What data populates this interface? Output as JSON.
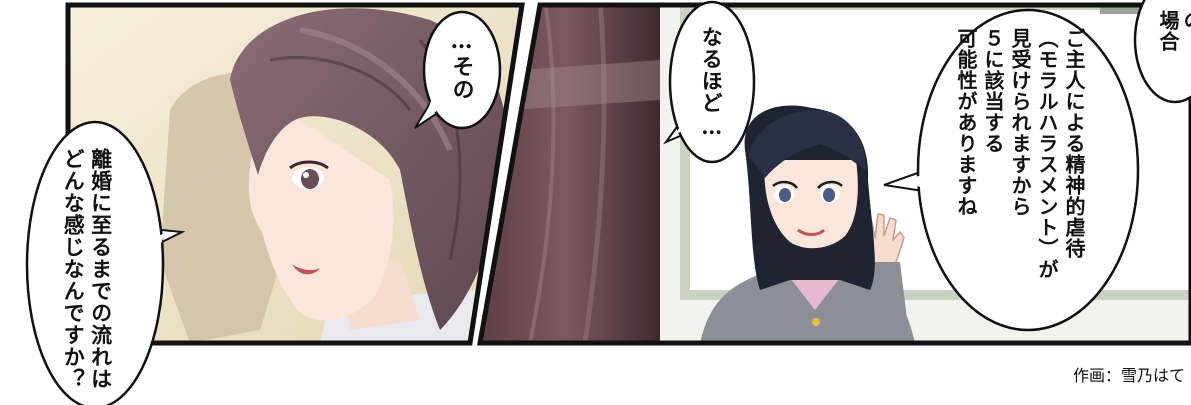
{
  "panels": {
    "left": {
      "speech_interviewer": "離婚に至るまでの流れは\nどんな感じなんですか？",
      "speech_woman": "…その"
    },
    "right": {
      "speech_lawyer_ack": "なるほど…",
      "speech_lawyer": "ご主人による精神的虐待\n（モラルハラスメント）が\n見受けられますから\n５に該当する\n可能性がありますね",
      "speech_partial": "の\n場合"
    }
  },
  "credit": "作画：雪乃はて",
  "colors": {
    "panel_border": "#111111",
    "hair_woman": "#7a5d66",
    "hair_lawyer": "#1f2433",
    "suit": "#8d8f98",
    "background_warm": "#efe6cf",
    "background_room": "#f3f3ee",
    "whiteboard_frame": "#c9d2c3"
  }
}
